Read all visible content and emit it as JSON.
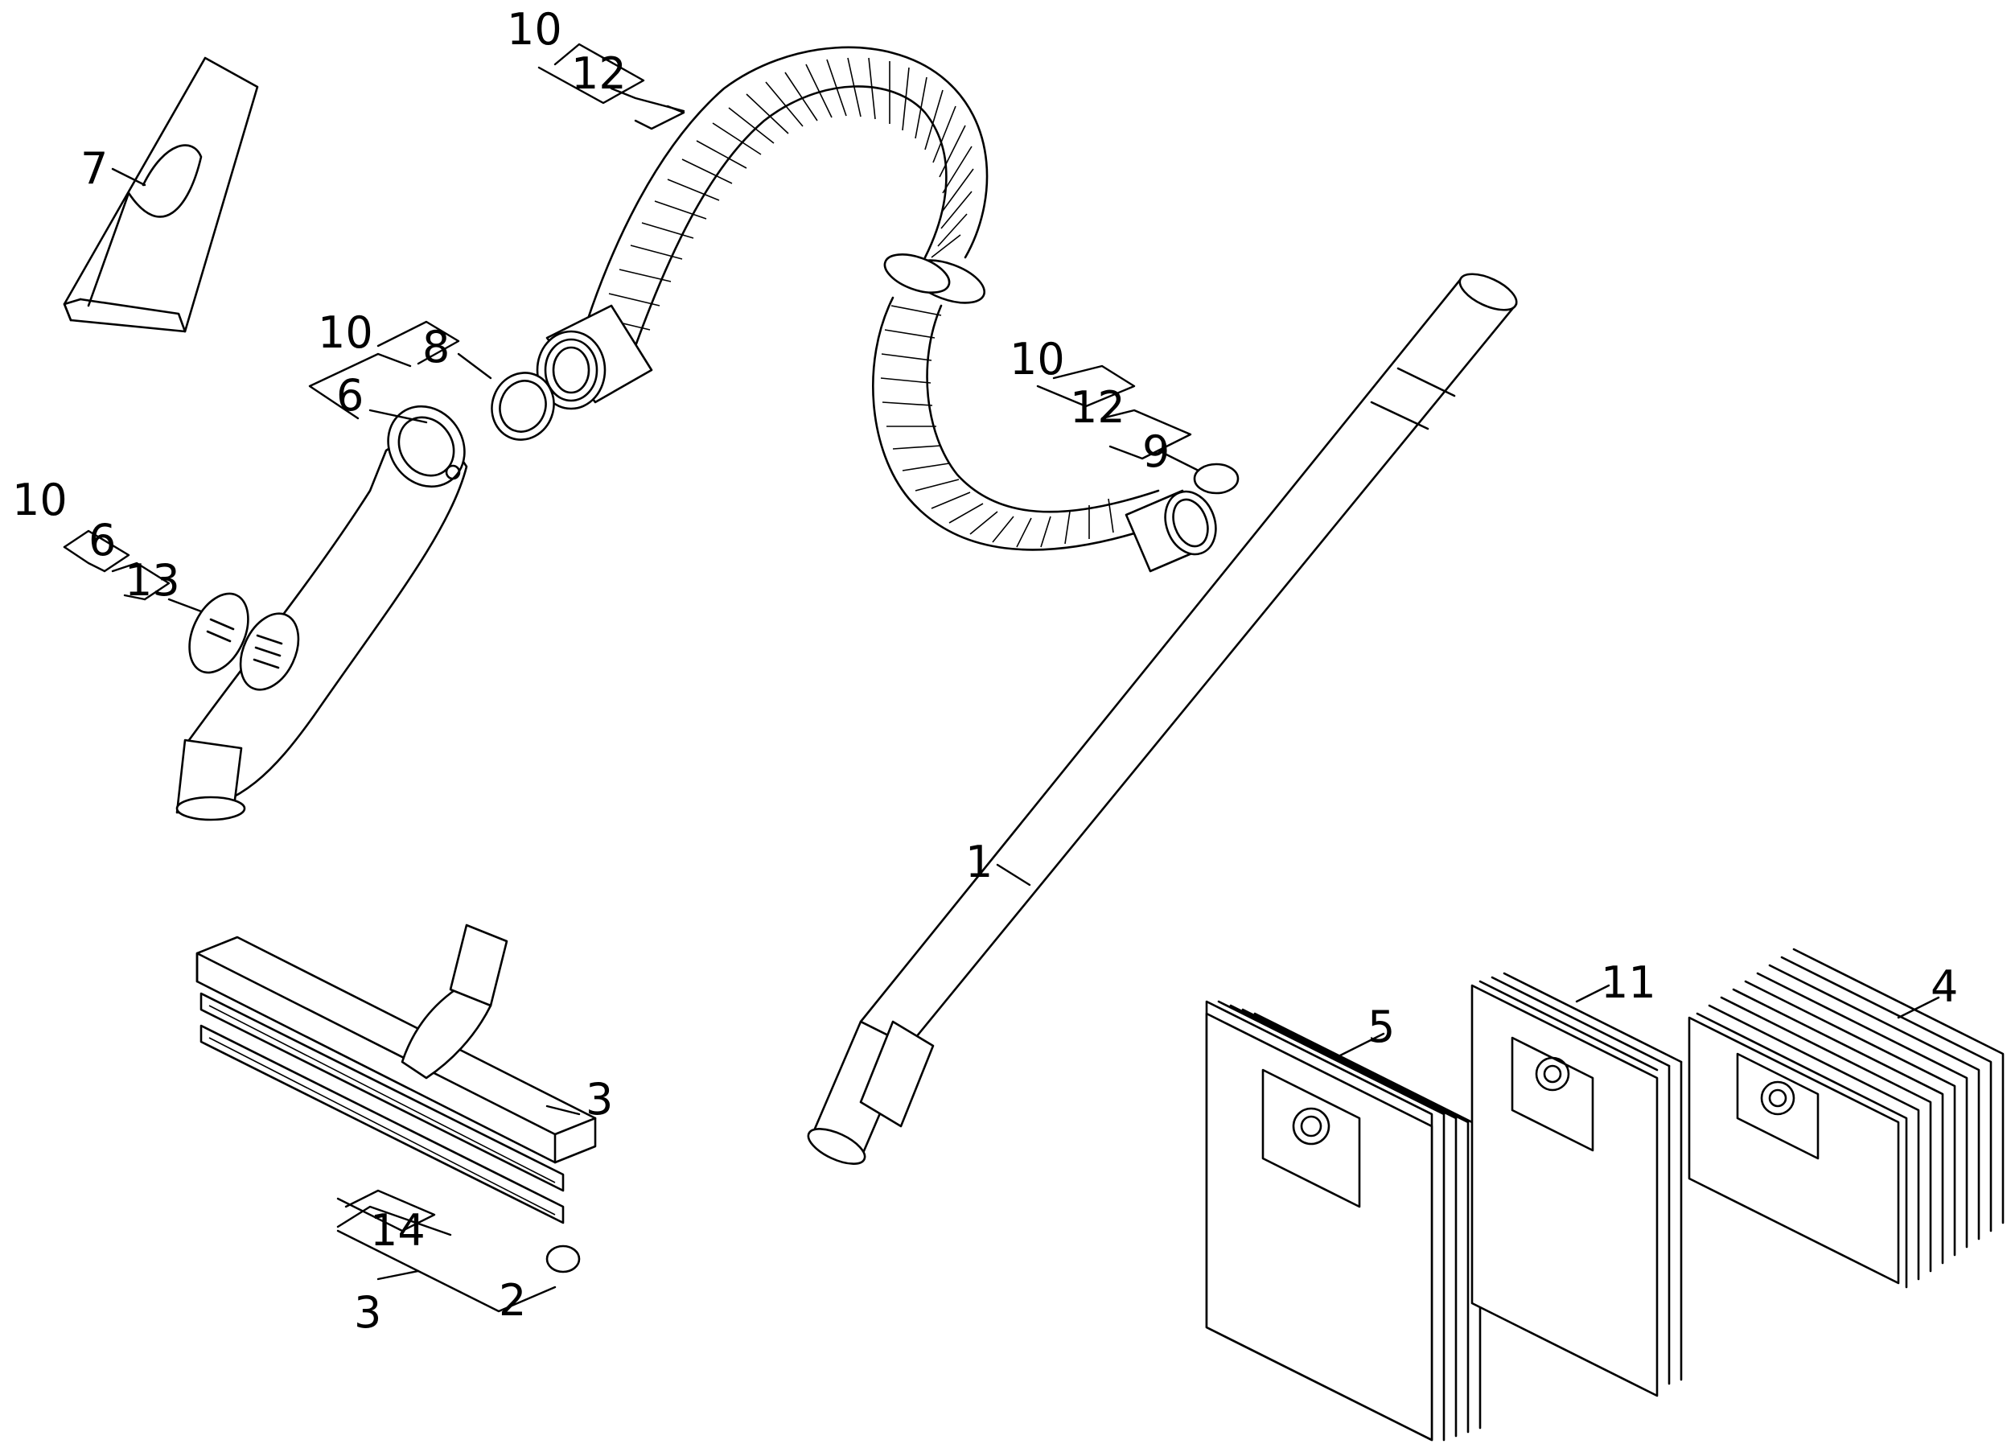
{
  "labels": {
    "hose_a_10": "10",
    "hose_a_12": "12",
    "crevice_7": "7",
    "handle_10": "10",
    "ring_8": "8",
    "handle_6": "6",
    "slide_10": "10",
    "slide_6": "6",
    "slide_13": "13",
    "hose_b_10": "10",
    "hose_b_12": "12",
    "cap_9": "9",
    "tube_1": "1",
    "nozzle_3_top": "3",
    "strip_14": "14",
    "roller_2": "2",
    "nozzle_3_bottom": "3",
    "bags_5": "5",
    "bags_11": "11",
    "bags_4": "4"
  },
  "colors": {
    "line": "#000000",
    "background": "#ffffff"
  }
}
